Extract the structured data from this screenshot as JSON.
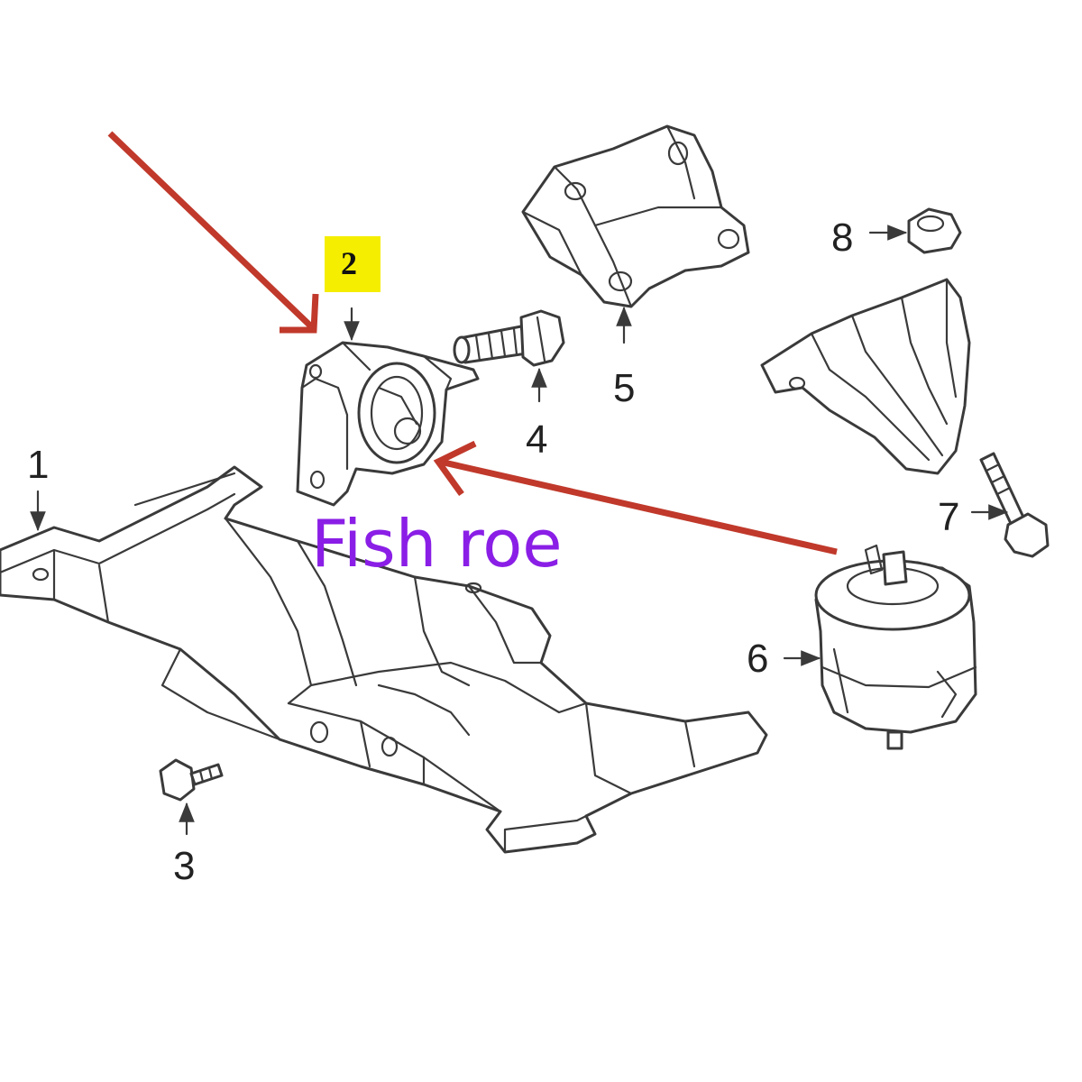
{
  "callouts": {
    "c1": "1",
    "c2": "2",
    "c3": "3",
    "c4": "4",
    "c5": "5",
    "c6": "6",
    "c7": "7",
    "c8": "8"
  },
  "annotation": {
    "text": "Fish roe",
    "color": "#8a1ee6"
  },
  "colors": {
    "highlight": "#f5ee00",
    "arrow": "#c0392b",
    "line": "#3a3a3a"
  }
}
